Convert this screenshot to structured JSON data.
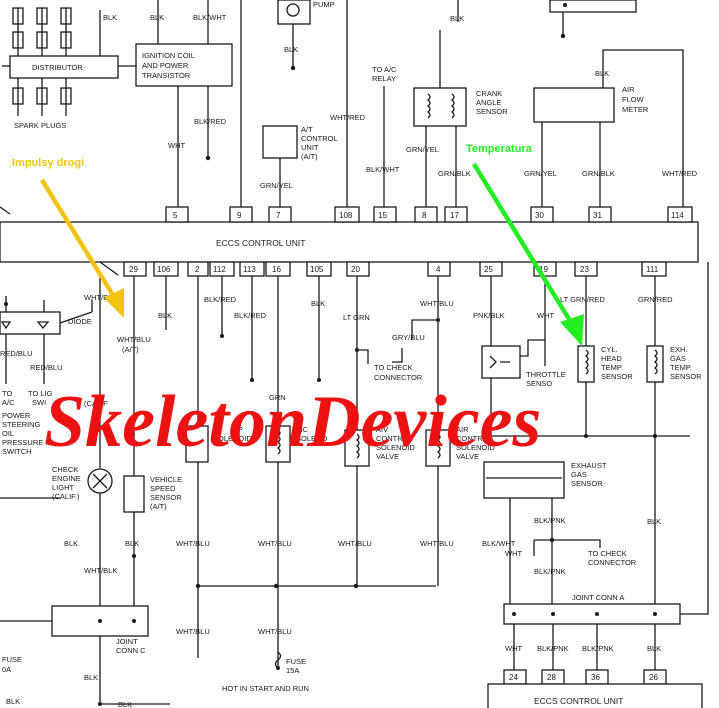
{
  "labels": {
    "blk": "BLK",
    "wht": "WHT",
    "wht_blk": "WHT/BLK",
    "wht_red": "WHT/RED",
    "wht_blu": "WHT/BLU",
    "blk_wht": "BLK/WHT",
    "blk_red": "BLK/RED",
    "blk_pnk": "BLK/PNK",
    "grn_yel": "GRN/YEL",
    "grn_blk": "GRN/BLK",
    "grn_red": "GRN/RED",
    "lt_grn": "LT GRN",
    "lt_grn_red": "LT GRN/RED",
    "gry_blu": "GRY/BLU",
    "pnk_blk": "PNK/BLK",
    "red_blu": "RED/BLU",
    "grn_wht_partial": "GRN",
    "blk_red_frag": "BLK/RED"
  },
  "components": {
    "distributor": "DISTRIBUTOR",
    "spark_plugs": "SPARK PLUGS",
    "ignition_coil": [
      "IGNITION COIL",
      "AND POWER",
      "TRANSISTOR"
    ],
    "pump": "PUMP",
    "at_control": [
      "A/T",
      "CONTROL",
      "UNIT",
      "(A/T)"
    ],
    "ac_relay": [
      "TO A/C",
      "RELAY"
    ],
    "crank_angle": [
      "CRANK",
      "ANGLE",
      "SENSOR"
    ],
    "air_flow": [
      "AIR",
      "FLOW",
      "METER"
    ],
    "eccs_top": "ECCS CONTROL UNIT",
    "eccs_bottom": "ECCS CONTROL UNIT",
    "diode": "DIODE",
    "to_ac": [
      "TO",
      "A/C"
    ],
    "to_light_sw": [
      "TO LIG",
      "SWI"
    ],
    "power_steering": [
      "POWER",
      "STEERING",
      "OIL",
      "PRESSURE",
      "SWITCH"
    ],
    "check_engine": [
      "CHECK",
      "ENGINE",
      "LIGHT",
      "(CALIF.)"
    ],
    "vehicle_speed": [
      "VEHICLE",
      "SPEED",
      "SENSOR",
      "(A/T)"
    ],
    "wht_blu_at": [
      "WHT/BLU",
      "(A/T)"
    ],
    "calif_frag": "(CALIF",
    "to_check_connector_1": [
      "TO CHECK",
      "CONNECTOR"
    ],
    "throttle_sensor": [
      "THROTTLE",
      "SENSO"
    ],
    "cyl_head": [
      "CYL.",
      "HEAD",
      "TEMP.",
      "SENSOR"
    ],
    "exh_gas_temp": [
      "EXH.",
      "GAS",
      "TEMP.",
      "SENSOR"
    ],
    "exhaust_gas": [
      "EXHAUST",
      "GAS",
      "SENSOR"
    ],
    "to_check_connector_2": [
      "TO CHECK",
      "CONNECTOR"
    ],
    "joint_conn_a": "JOINT CONN A",
    "joint_conn_c": [
      "JOINT",
      "CONN C"
    ],
    "fuse_15a": [
      "FUSE",
      "15A"
    ],
    "fuse_left": [
      "FUSE",
      "0A"
    ],
    "hot_in_start": "HOT IN START AND RUN",
    "lock_up_solenoid": [
      "-UP",
      "OLENOID"
    ],
    "fica_solenoid": [
      "FIC",
      "SOLENO"
    ],
    "aiv_solenoid": [
      "AIV",
      "CONTROL",
      "SOLENOID",
      "VALVE"
    ],
    "air_solenoid": [
      "AIR",
      "CONTROL",
      "SOLENOID",
      "VALVE"
    ]
  },
  "pins_top": [
    "5",
    "9",
    "7",
    "108",
    "15",
    "8",
    "17",
    "30",
    "31",
    "114"
  ],
  "pins_bottom": [
    "29",
    "106",
    "2",
    "112",
    "113",
    "16",
    "105",
    "20",
    "4",
    "25",
    "19",
    "23",
    "111"
  ],
  "pins_eccs2": [
    "24",
    "28",
    "36",
    "26"
  ],
  "annotations": {
    "impulse": "Impulsy drogi",
    "temperature": "Temperatura",
    "impulse_color": "#f2c40f",
    "temperature_color": "#22ee22"
  },
  "watermark": {
    "text": "SkeletonDevices",
    "color": "#ee1111"
  }
}
